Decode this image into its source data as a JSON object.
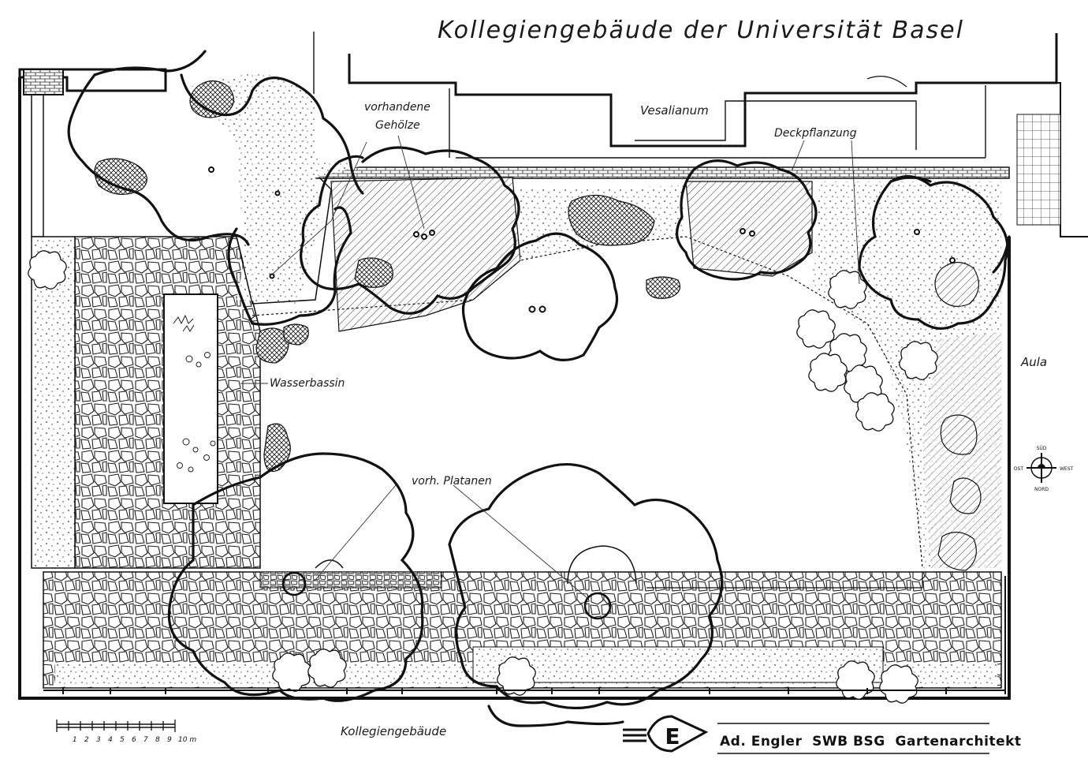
{
  "title": "Kollegiengebäude der Universität Basel",
  "labels": {
    "vesalianum": "Vesalianum",
    "vorhandene": "vorhandene",
    "gehoelze": "Gehölze",
    "deckpflanzung": "Deckpflanzung",
    "wasserbassin": "Wasserbassin",
    "aula": "Aula",
    "vorh_platanen": "vorh. Platanen",
    "kollegiengebaeude_bottom": "Kollegiengebäude"
  },
  "scale_bar": {
    "ticks": [
      "1",
      "2",
      "3",
      "4",
      "5",
      "6",
      "7",
      "8",
      "9",
      "10 m"
    ]
  },
  "compass": {
    "north": "SÜD",
    "south": "NORD",
    "west": "OST",
    "east": "WEST"
  },
  "signature": "Ad. Engler  SWB BSG  Gartenarchitekt",
  "entrance_letter": "E"
}
